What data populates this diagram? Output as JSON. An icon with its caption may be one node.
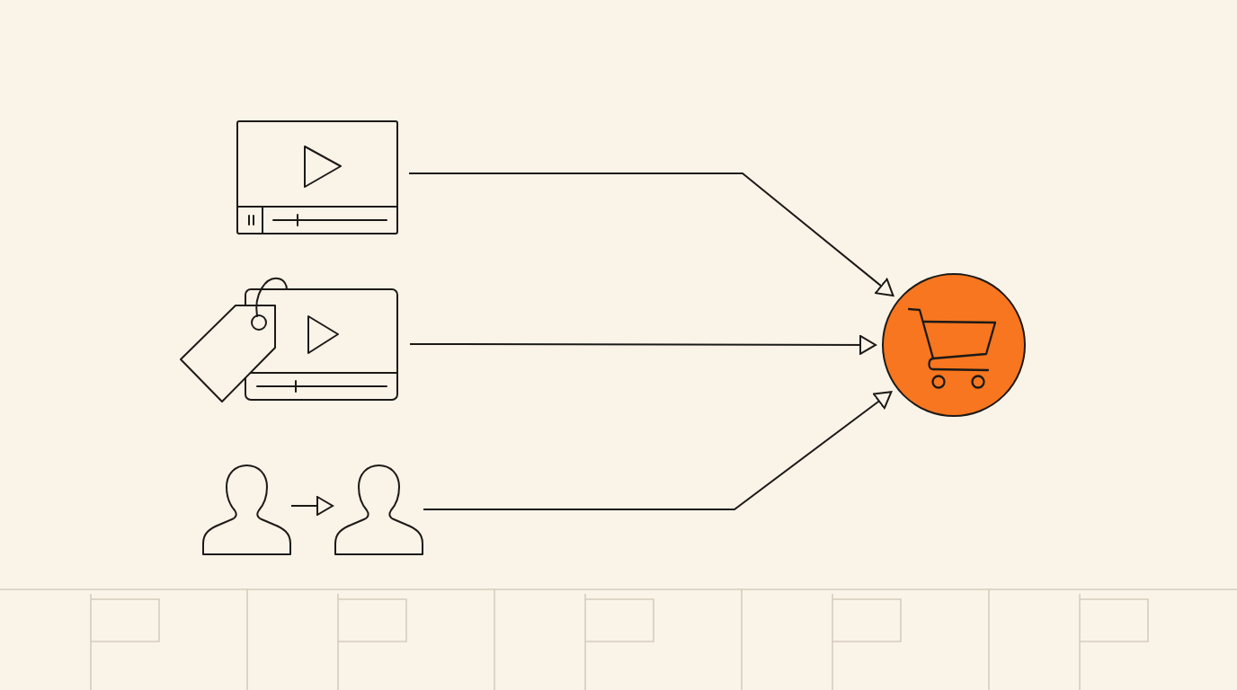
{
  "diagram": {
    "nodes": [
      {
        "text": [],
        "shape": "picture"
      },
      {
        "text": [],
        "shape": "picture"
      },
      {
        "text": [],
        "shape": "person"
      },
      {
        "text": [],
        "shape": "person"
      },
      {
        "text": [],
        "shape": "circle"
      }
    ],
    "edges": [
      {
        "from": 0,
        "to": 4,
        "arrow": "to"
      },
      {
        "from": 1,
        "to": 4,
        "arrow": "to"
      },
      {
        "from": 2,
        "to": 3,
        "arrow": "to"
      },
      {
        "from": 3,
        "to": 4,
        "arrow": "to"
      }
    ]
  }
}
